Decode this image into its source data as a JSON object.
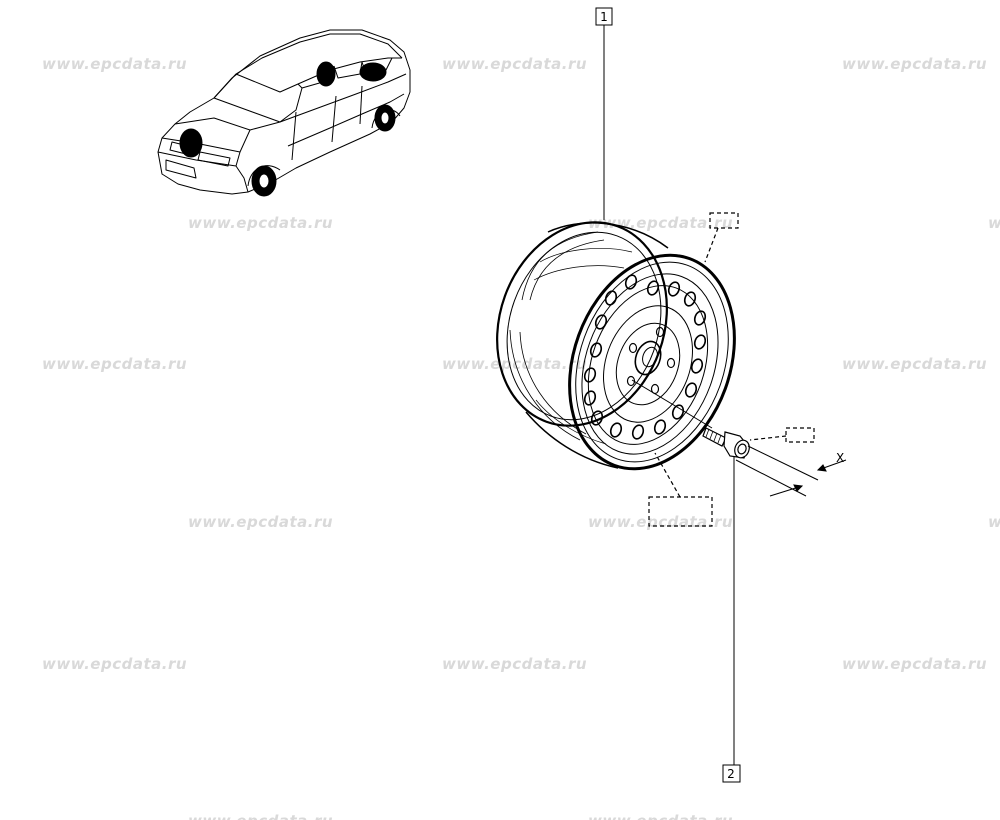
{
  "watermark": {
    "text": "www.epcdata.ru"
  },
  "diagram": {
    "callouts": [
      {
        "id": "1",
        "label": "1"
      },
      {
        "id": "2",
        "label": "2"
      }
    ],
    "dimension_label": "X"
  },
  "icons": {
    "car": "car-outline-icon",
    "wheel": "steel-wheel-icon",
    "bolt": "wheel-bolt-icon"
  }
}
